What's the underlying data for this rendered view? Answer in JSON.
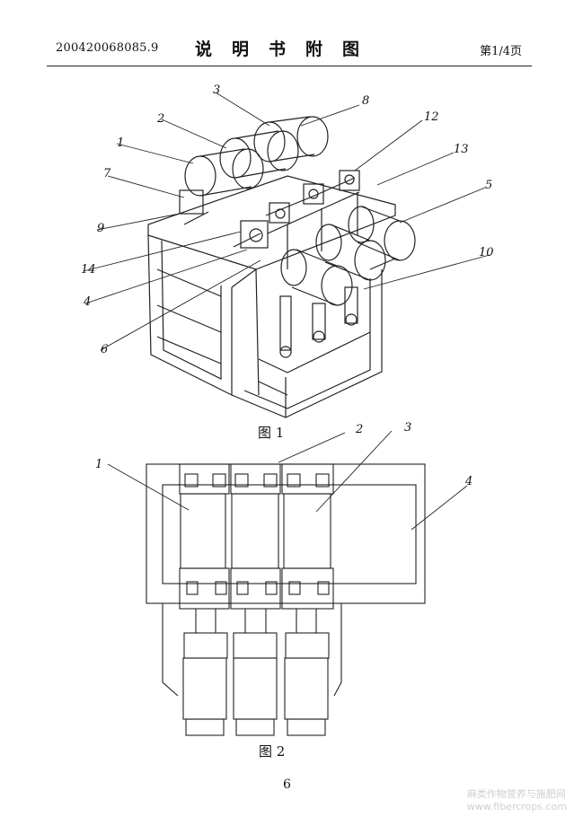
{
  "header": {
    "doc_number": "200420068085.9",
    "title": "说明书附图",
    "page_label": "第1/4页"
  },
  "figure1": {
    "caption": "图 1",
    "callouts": [
      "3",
      "8",
      "2",
      "12",
      "1",
      "13",
      "7",
      "5",
      "9",
      "10",
      "14",
      "4",
      "6"
    ]
  },
  "figure2": {
    "caption": "图 2",
    "callouts": [
      "2",
      "3",
      "1",
      "4"
    ]
  },
  "page_number": "6",
  "watermark": {
    "line1": "麻类作物营养与施肥网",
    "line2": "www.fibercrops.com"
  }
}
